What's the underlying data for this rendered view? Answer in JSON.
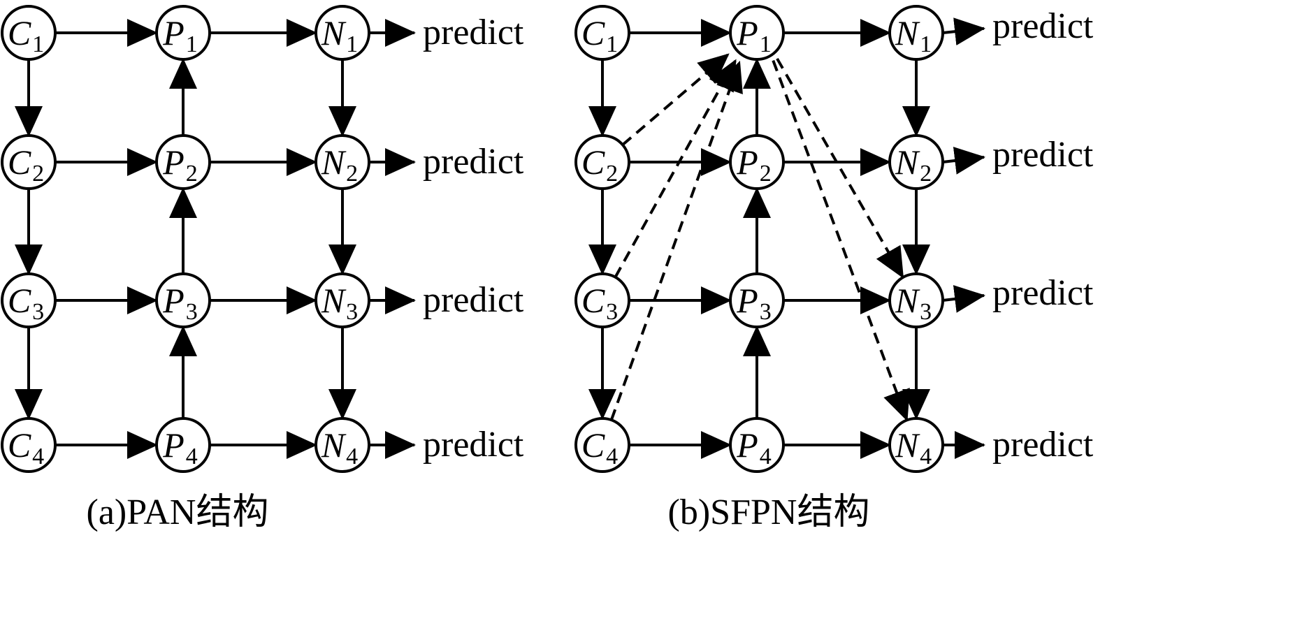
{
  "panels": [
    {
      "id": "pan",
      "caption": "(a)PAN结构",
      "nodes": [
        {
          "letter": "C",
          "sub": "1"
        },
        {
          "letter": "C",
          "sub": "2"
        },
        {
          "letter": "C",
          "sub": "3"
        },
        {
          "letter": "C",
          "sub": "4"
        },
        {
          "letter": "P",
          "sub": "1"
        },
        {
          "letter": "P",
          "sub": "2"
        },
        {
          "letter": "P",
          "sub": "3"
        },
        {
          "letter": "P",
          "sub": "4"
        },
        {
          "letter": "N",
          "sub": "1"
        },
        {
          "letter": "N",
          "sub": "2"
        },
        {
          "letter": "N",
          "sub": "3"
        },
        {
          "letter": "N",
          "sub": "4"
        }
      ],
      "outputs": [
        "predict",
        "predict",
        "predict",
        "predict"
      ]
    },
    {
      "id": "sfpn",
      "caption": "(b)SFPN结构",
      "nodes": [
        {
          "letter": "C",
          "sub": "1"
        },
        {
          "letter": "C",
          "sub": "2"
        },
        {
          "letter": "C",
          "sub": "3"
        },
        {
          "letter": "C",
          "sub": "4"
        },
        {
          "letter": "P",
          "sub": "1"
        },
        {
          "letter": "P",
          "sub": "2"
        },
        {
          "letter": "P",
          "sub": "3"
        },
        {
          "letter": "P",
          "sub": "4"
        },
        {
          "letter": "N",
          "sub": "1"
        },
        {
          "letter": "N",
          "sub": "2"
        },
        {
          "letter": "N",
          "sub": "3"
        },
        {
          "letter": "N",
          "sub": "4"
        }
      ],
      "outputs": [
        "predict",
        "predict",
        "predict",
        "predict"
      ]
    }
  ]
}
